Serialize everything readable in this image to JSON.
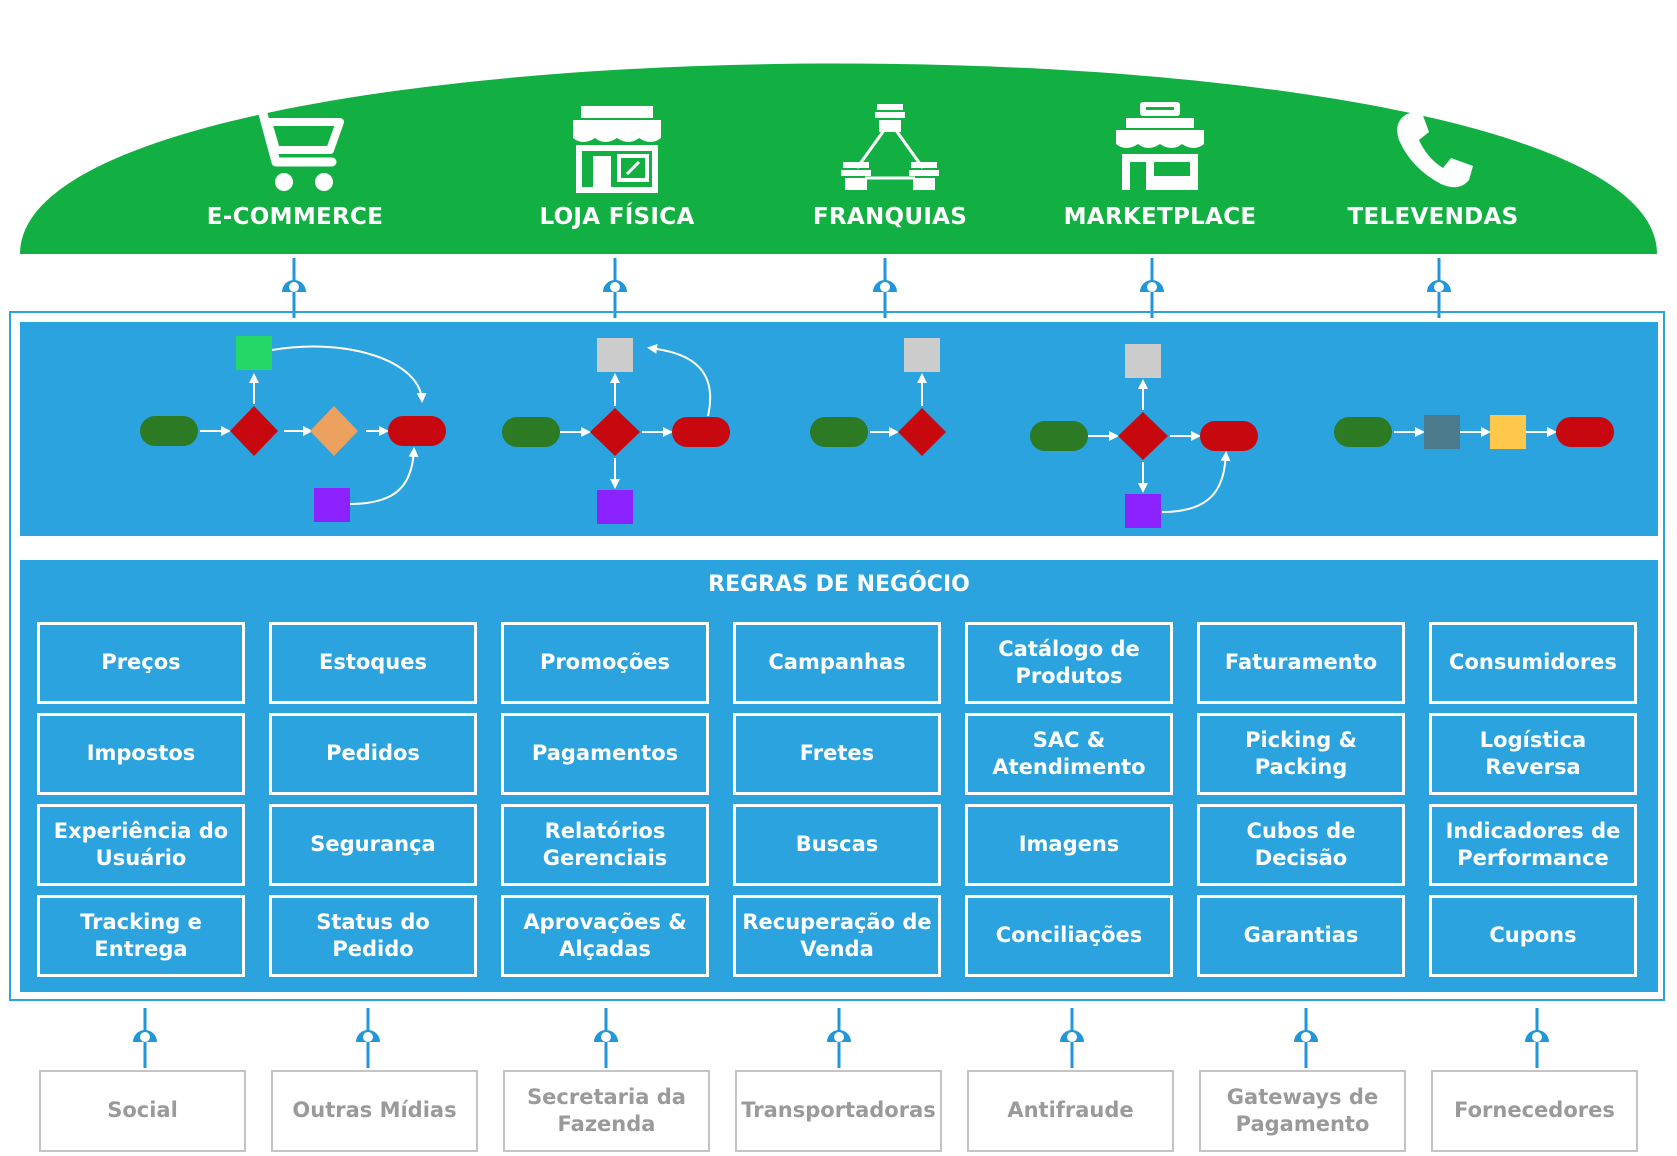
{
  "colors": {
    "channel_green": "#12b042",
    "panel_blue": "#2ba3de",
    "connector_blue": "#2196d8",
    "start_green": "#2d7a25",
    "end_red": "#c8080f",
    "decision_red": "#c8080f",
    "decision_orange": "#eca25e",
    "task_green": "#25d766",
    "task_grey": "#cccccc",
    "task_purple": "#8c22ff",
    "task_slate": "#4a7a8c",
    "task_yellow": "#ffc84a",
    "integration_text": "#9a9a9a",
    "integration_border": "#c4c4c4"
  },
  "channels": [
    {
      "label": "E-COMMERCE",
      "icon": "shopping-cart-icon"
    },
    {
      "label": "LOJA FÍSICA",
      "icon": "storefront-icon"
    },
    {
      "label": "FRANQUIAS",
      "icon": "franchise-network-icon"
    },
    {
      "label": "MARKETPLACE",
      "icon": "shop-icon"
    },
    {
      "label": "TELEVENDAS",
      "icon": "phone-icon"
    }
  ],
  "rules_panel": {
    "title": "REGRAS DE NEGÓCIO",
    "rules": [
      "Preços",
      "Estoques",
      "Promoções",
      "Campanhas",
      "Catálogo de Produtos",
      "Faturamento",
      "Consumidores",
      "Impostos",
      "Pedidos",
      "Pagamentos",
      "Fretes",
      "SAC & Atendimento",
      "Picking & Packing",
      "Logística Reversa",
      "Experiência do Usuário",
      "Segurança",
      "Relatórios Gerenciais",
      "Buscas",
      "Imagens",
      "Cubos de Decisão",
      "Indicadores de Performance",
      "Tracking e Entrega",
      "Status do Pedido",
      "Aprovações & Alçadas",
      "Recuperação de Venda",
      "Conciliações",
      "Garantias",
      "Cupons"
    ]
  },
  "integrations": [
    "Social",
    "Outras Mídias",
    "Secretaria da Fazenda",
    "Transportadoras",
    "Antifraude",
    "Gateways de Pagamento",
    "Fornecedores"
  ]
}
